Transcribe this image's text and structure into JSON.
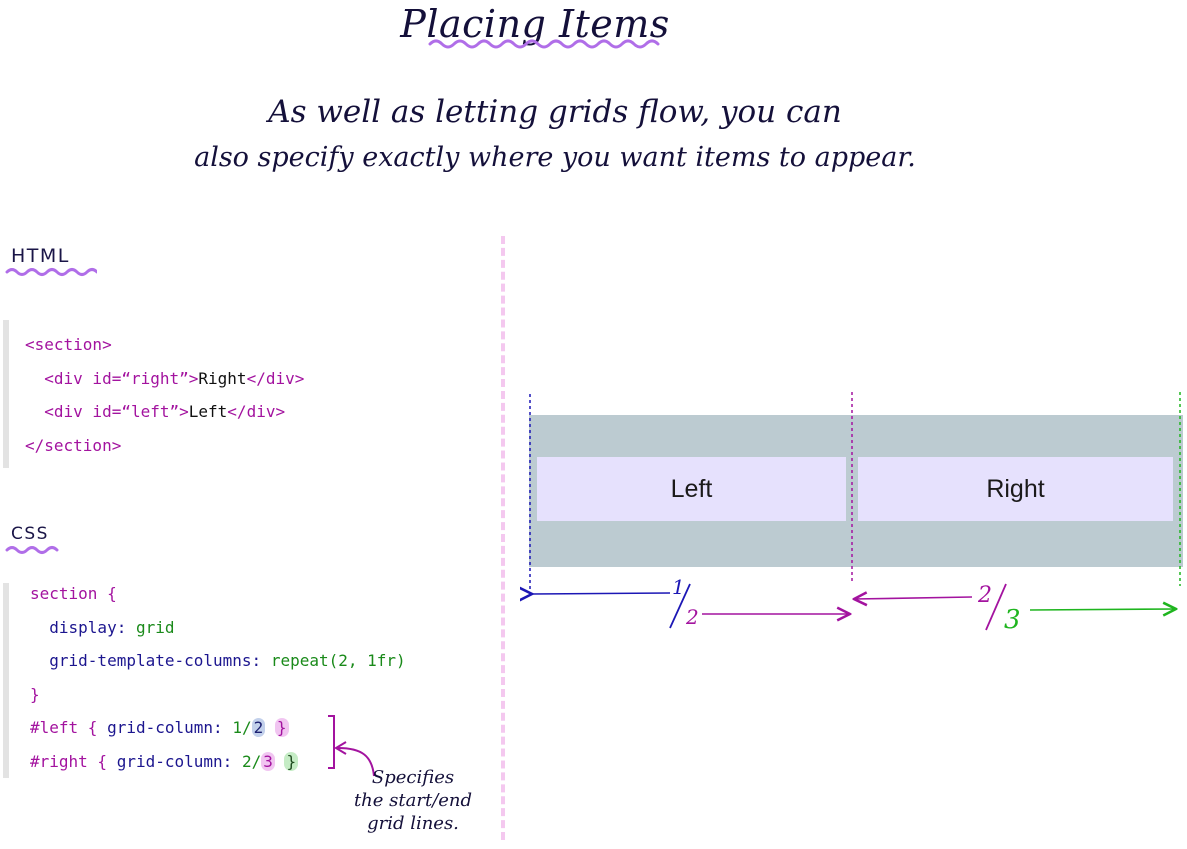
{
  "header": {
    "title": "Placing Items",
    "subtitle_line1": "As well as letting grids flow, you can",
    "subtitle_line2": "also specify exactly where you want items to appear."
  },
  "html_section": {
    "heading": "HTML",
    "code": {
      "line1_tag": "<section>",
      "line2_open": "<div id=“right”>",
      "line2_text": "Right",
      "line2_close": "</div>",
      "line3_open": "<div id=“left”>",
      "line3_text": "Left",
      "line3_close": "</div>",
      "line4_tag": "</section>"
    }
  },
  "css_section": {
    "heading": "CSS",
    "code": {
      "l1_selector": "section {",
      "l2_prop": "display:",
      "l2_val": "grid",
      "l3_prop": "grid-template-columns:",
      "l3_val": "repeat(2, 1fr)",
      "l4_close": "}",
      "l5_selector": "#left {",
      "l5_prop": "grid-column:",
      "l5_start": "1/",
      "l5_end": "2",
      "l5_close": "}",
      "l6_selector": "#right {",
      "l6_prop": "grid-column:",
      "l6_start": "2/",
      "l6_end": "3",
      "l6_close": "}"
    },
    "annotation": [
      "Specifies",
      "the start/end",
      "grid lines."
    ]
  },
  "grid_demo": {
    "cell_left": "Left",
    "cell_right": "Right",
    "label_left_top": "1",
    "label_left_bottom": "2",
    "label_right_top": "2",
    "label_right_bottom": "3"
  },
  "colors": {
    "line_1": "#1c17b5",
    "line_2": "#a3139f",
    "line_3": "#1fb51f",
    "container": "#bccbd1",
    "cell": "#e6e1fd",
    "divider": "#f4c8ef",
    "underline": "#b06ee8"
  }
}
